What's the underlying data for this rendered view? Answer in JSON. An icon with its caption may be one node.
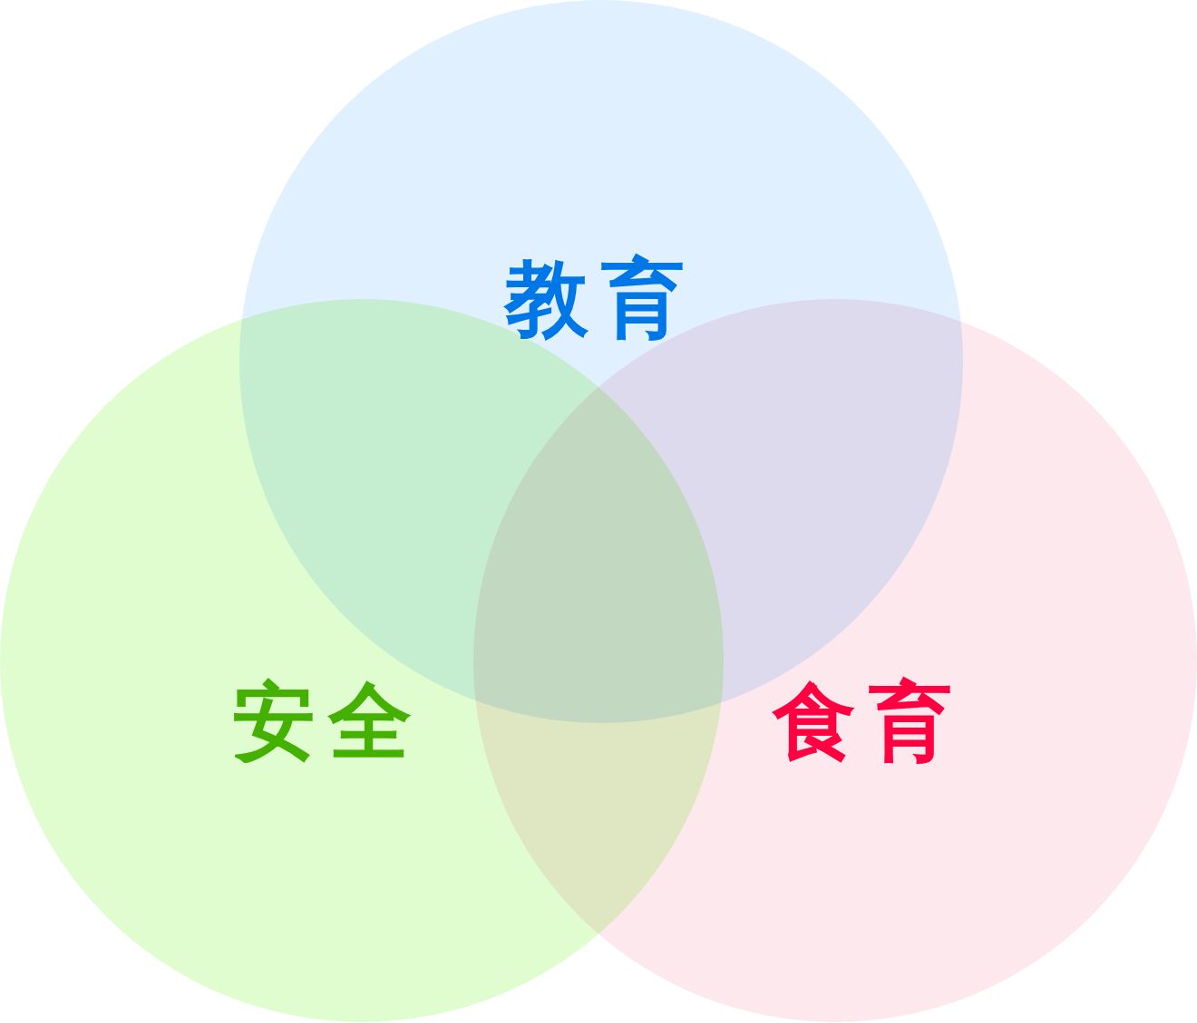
{
  "diagram": {
    "nodes": [
      {
        "text": [
          "教育"
        ]
      },
      {
        "text": [
          "安全"
        ]
      },
      {
        "text": [
          "食育"
        ]
      }
    ]
  }
}
